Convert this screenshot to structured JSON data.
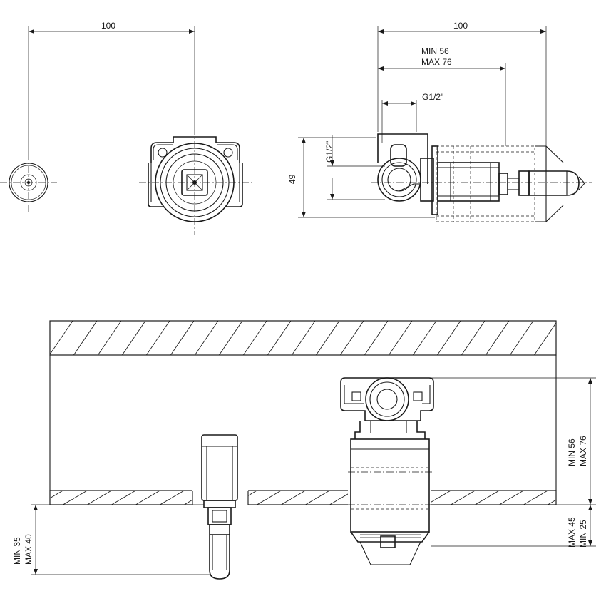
{
  "dimensions": {
    "front_width": "100",
    "side_width": "100",
    "depth_min": "MIN 56",
    "depth_max": "MAX 76",
    "thread": "G1/2\"",
    "thread_vertical": "G1/2\"",
    "height": "49",
    "wall_min": "MIN 56",
    "wall_max": "MAX 76",
    "spindle_max": "MAX 45",
    "spindle_min": "MIN 25",
    "outlet_min": "MIN 35",
    "outlet_max": "MAX 40"
  }
}
